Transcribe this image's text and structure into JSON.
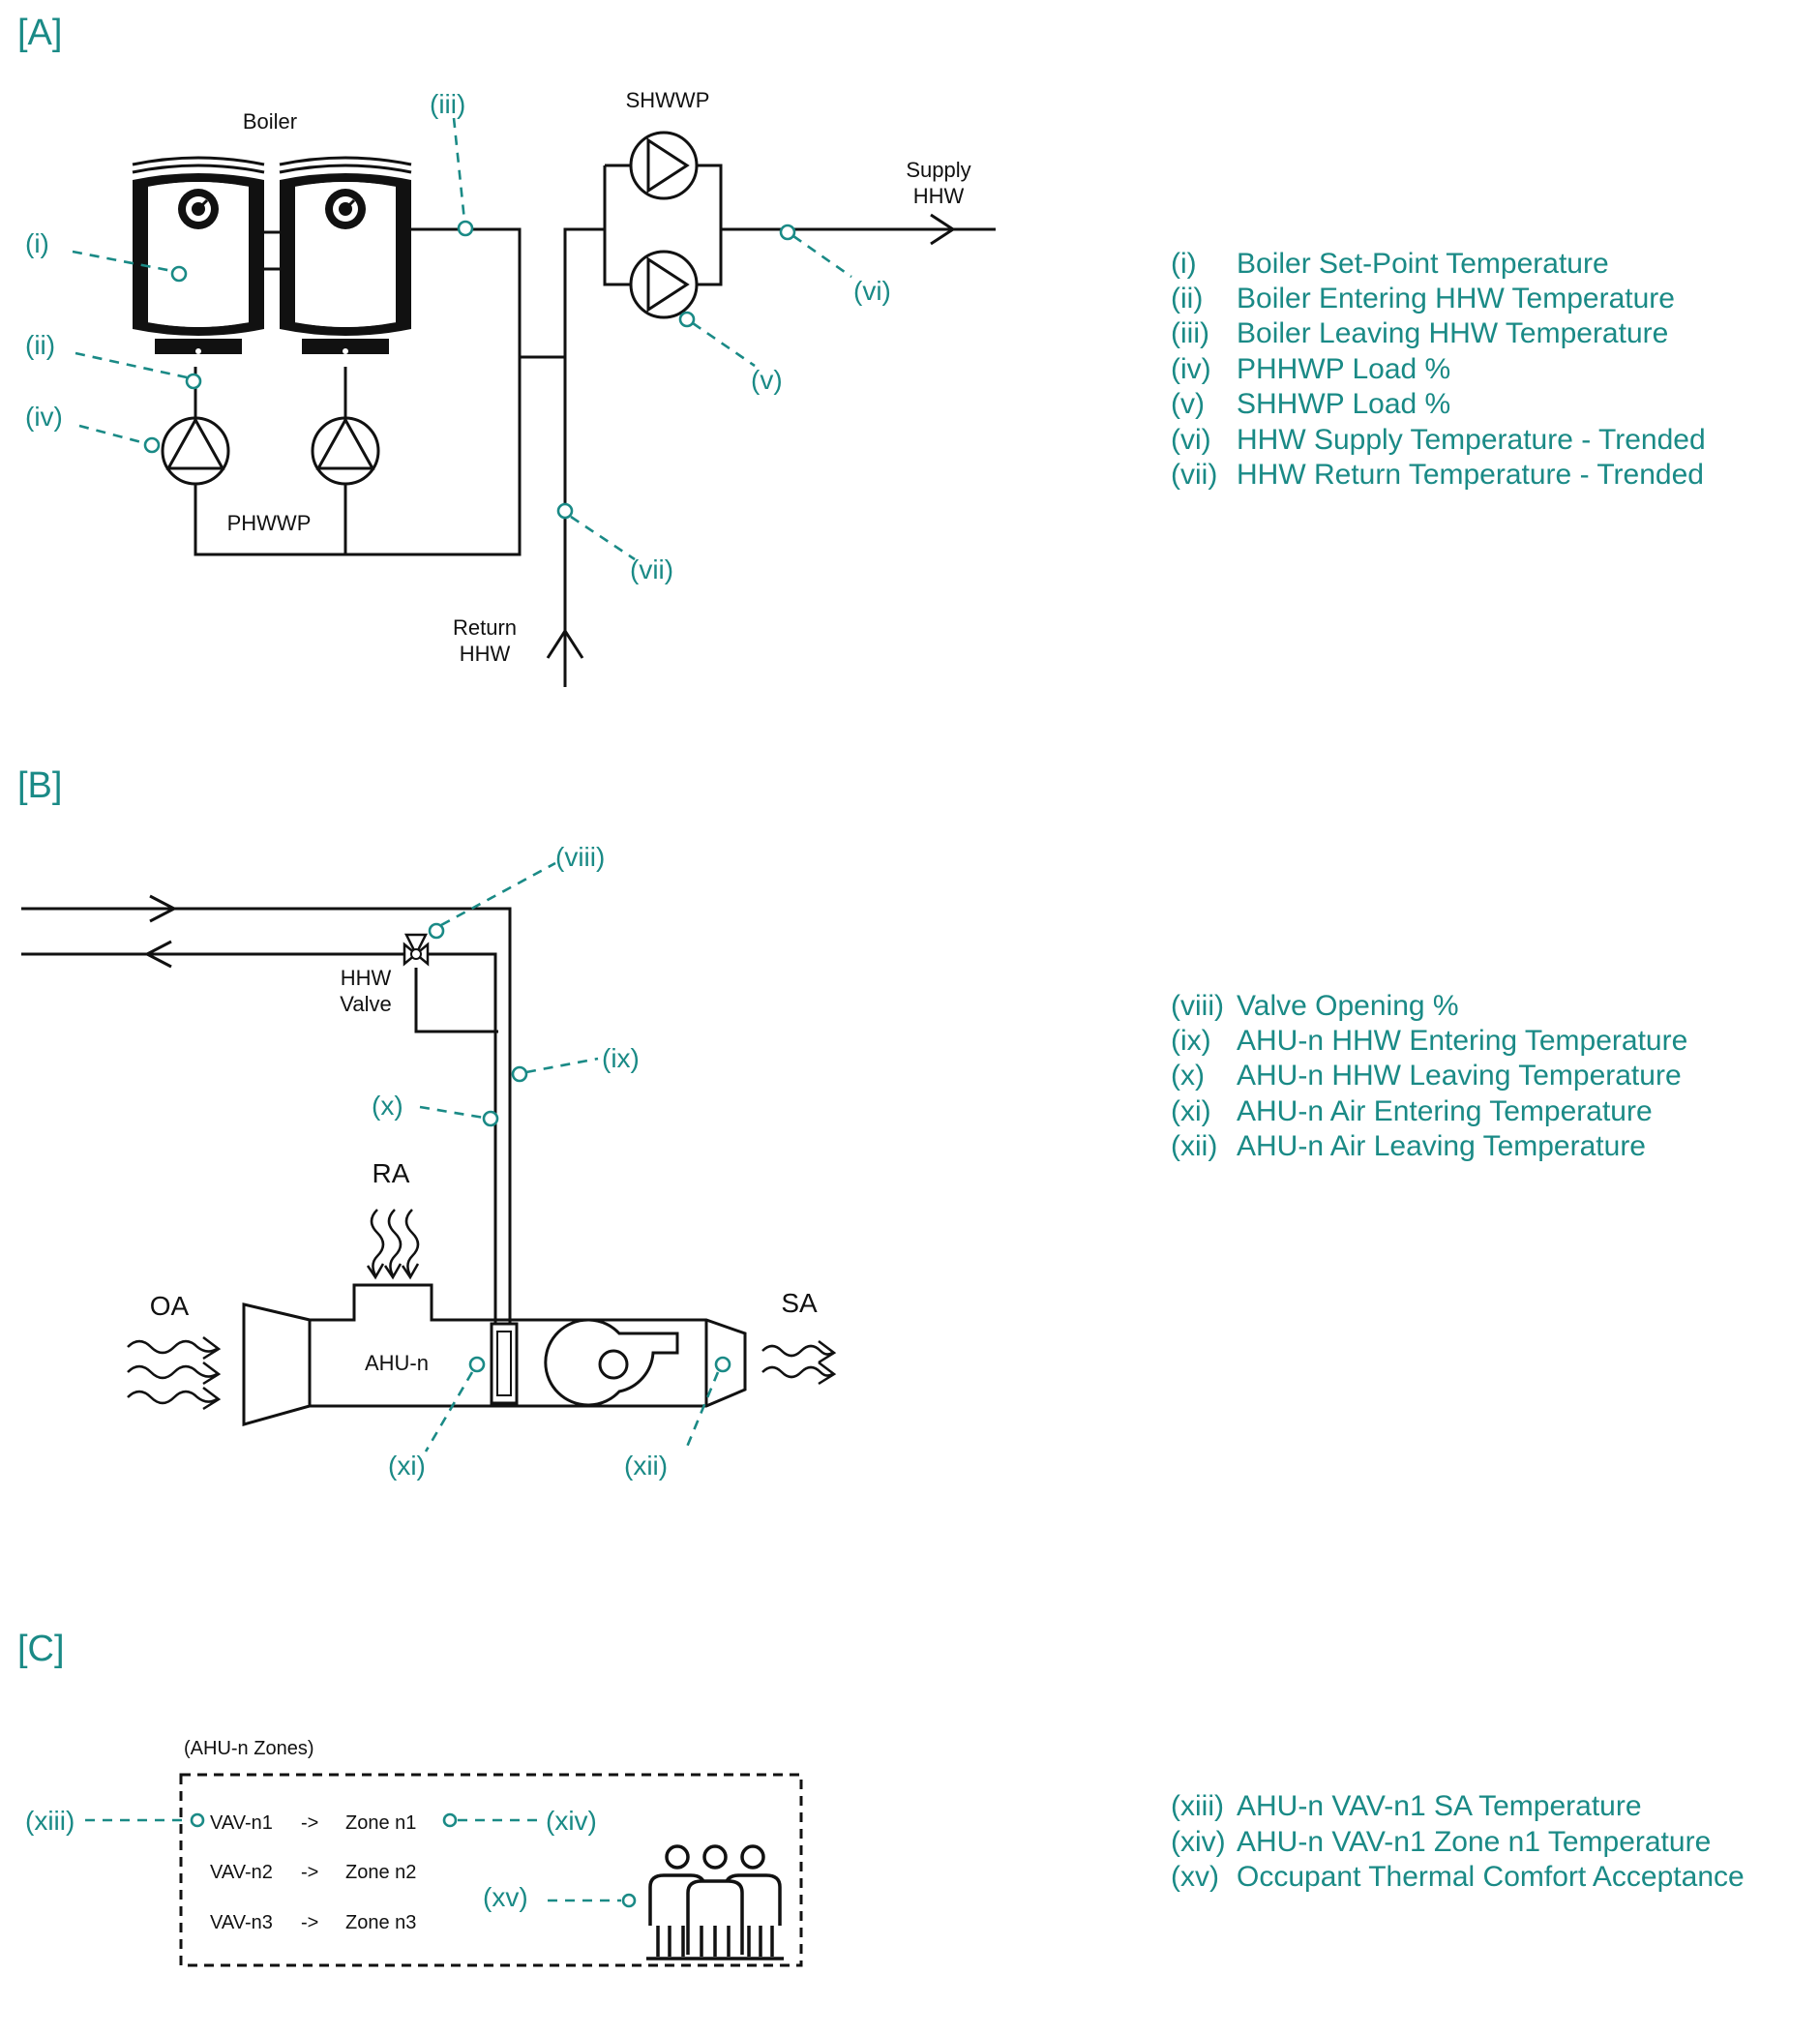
{
  "colors": {
    "accent": "#1a8a86",
    "ink": "#111111",
    "background": "#ffffff"
  },
  "sections": {
    "a": {
      "tag": "[A]"
    },
    "b": {
      "tag": "[B]"
    },
    "c": {
      "tag": "[C]"
    }
  },
  "diagram_a": {
    "boiler": "Boiler",
    "shwwp": "SHWWP",
    "phwwp": "PHWWP",
    "supply": [
      "Supply",
      "HHW"
    ],
    "return": [
      "Return",
      "HHW"
    ],
    "callouts": {
      "i": "(i)",
      "ii": "(ii)",
      "iii": "(iii)",
      "iv": "(iv)",
      "v": "(v)",
      "vi": "(vi)",
      "vii": "(vii)"
    }
  },
  "diagram_b": {
    "valve": [
      "HHW",
      "Valve"
    ],
    "ra": "RA",
    "oa": "OA",
    "sa": "SA",
    "ahu": "AHU-n",
    "callouts": {
      "viii": "(viii)",
      "ix": "(ix)",
      "x": "(x)",
      "xi": "(xi)",
      "xii": "(xii)"
    }
  },
  "diagram_c": {
    "zones_title": "(AHU-n Zones)",
    "rows": [
      {
        "vav": "VAV-n1",
        "arrow": "->",
        "zone": "Zone n1"
      },
      {
        "vav": "VAV-n2",
        "arrow": "->",
        "zone": "Zone n2"
      },
      {
        "vav": "VAV-n3",
        "arrow": "->",
        "zone": "Zone n3"
      }
    ],
    "callouts": {
      "xiii": "(xiii)",
      "xiv": "(xiv)",
      "xv": "(xv)"
    }
  },
  "legend_a": [
    {
      "num": "(i)",
      "text": "Boiler Set-Point Temperature"
    },
    {
      "num": "(ii)",
      "text": "Boiler Entering HHW Temperature"
    },
    {
      "num": "(iii)",
      "text": "Boiler Leaving HHW Temperature"
    },
    {
      "num": "(iv)",
      "text": "PHHWP Load %"
    },
    {
      "num": "(v)",
      "text": "SHHWP Load %"
    },
    {
      "num": "(vi)",
      "text": "HHW Supply Temperature - Trended"
    },
    {
      "num": "(vii)",
      "text": "HHW Return Temperature - Trended"
    }
  ],
  "legend_b": [
    {
      "num": "(viii)",
      "text": "Valve Opening %"
    },
    {
      "num": "(ix)",
      "text": "AHU-n HHW Entering Temperature"
    },
    {
      "num": "(x)",
      "text": "AHU-n HHW Leaving Temperature"
    },
    {
      "num": "(xi)",
      "text": "AHU-n Air Entering Temperature"
    },
    {
      "num": "(xii)",
      "text": "AHU-n Air Leaving Temperature"
    }
  ],
  "legend_c": [
    {
      "num": "(xiii)",
      "text": "AHU-n VAV-n1 SA Temperature"
    },
    {
      "num": "(xiv)",
      "text": "AHU-n VAV-n1 Zone n1 Temperature"
    },
    {
      "num": "(xv)",
      "text": "Occupant Thermal Comfort Acceptance"
    }
  ]
}
